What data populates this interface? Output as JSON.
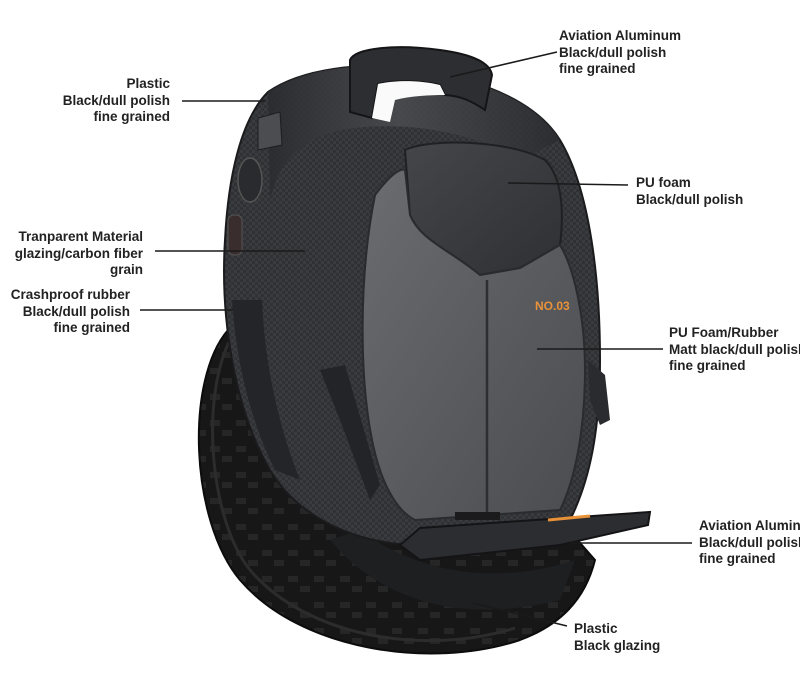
{
  "product": {
    "logo_text": "NO.03"
  },
  "callouts": {
    "handle": [
      "Aviation Aluminum",
      "Black/dull polish",
      "fine grained"
    ],
    "top_shell": [
      "Plastic",
      "Black/dull polish",
      "fine grained"
    ],
    "side_panel": [
      "Tranparent Material",
      "glazing/carbon fiber",
      "grain"
    ],
    "bumper": [
      "Crashproof rubber",
      "Black/dull polish",
      "fine grained"
    ],
    "upper_pad": [
      "PU foam",
      "Black/dull polish"
    ],
    "lower_pad": [
      "PU Foam/Rubber",
      "Matt black/dull polish",
      "fine grained"
    ],
    "pedal": [
      "Aviation Aluminum",
      "Black/dull polish",
      "fine grained"
    ],
    "mudguard": [
      "Plastic",
      "Black glazing"
    ]
  },
  "colors": {
    "accent": "#e8923a",
    "shell": "#3c3d40",
    "pad": "#5a5c60",
    "tire": "#161616"
  }
}
